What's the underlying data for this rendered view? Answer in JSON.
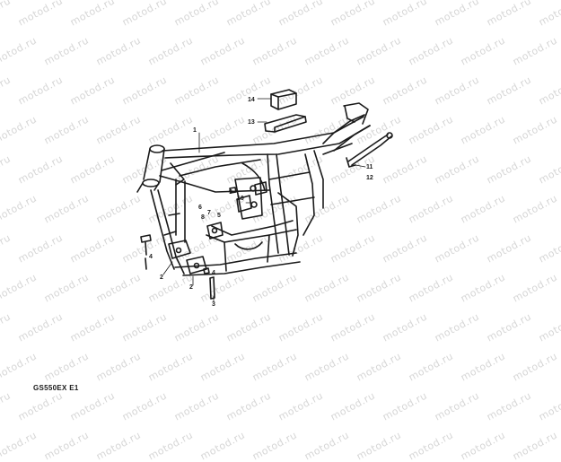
{
  "watermark": {
    "text": "motod.ru"
  },
  "diagram": {
    "code": "GS550EX E1",
    "callouts": {
      "c1": "1",
      "c2a": "2",
      "c2b": "2",
      "c3": "3",
      "c4a": "4",
      "c4b": "4",
      "c5": "5",
      "c6": "6",
      "c7": "7",
      "c8": "8",
      "c9": "9",
      "c10": "10",
      "c11": "11",
      "c12": "12",
      "c13": "13",
      "c14": "14"
    }
  }
}
